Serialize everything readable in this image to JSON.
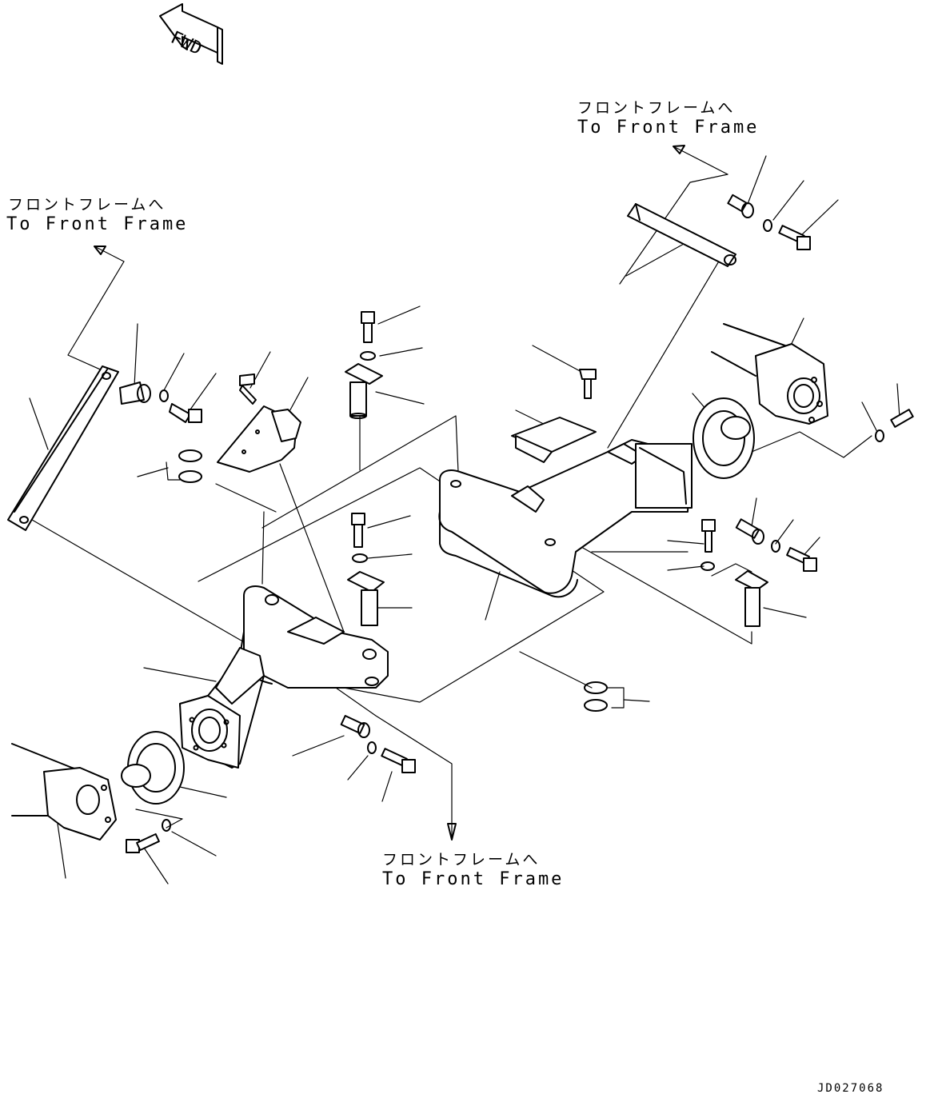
{
  "fwd_label": "FWD",
  "callouts": [
    {
      "jp": "フロントフレームへ",
      "en": "To Front Frame"
    },
    {
      "jp": "フロントフレームへ",
      "en": "To Front Frame"
    },
    {
      "jp": "フロントフレームへ",
      "en": "To Front Frame"
    }
  ],
  "drawing_code": "JD027068"
}
